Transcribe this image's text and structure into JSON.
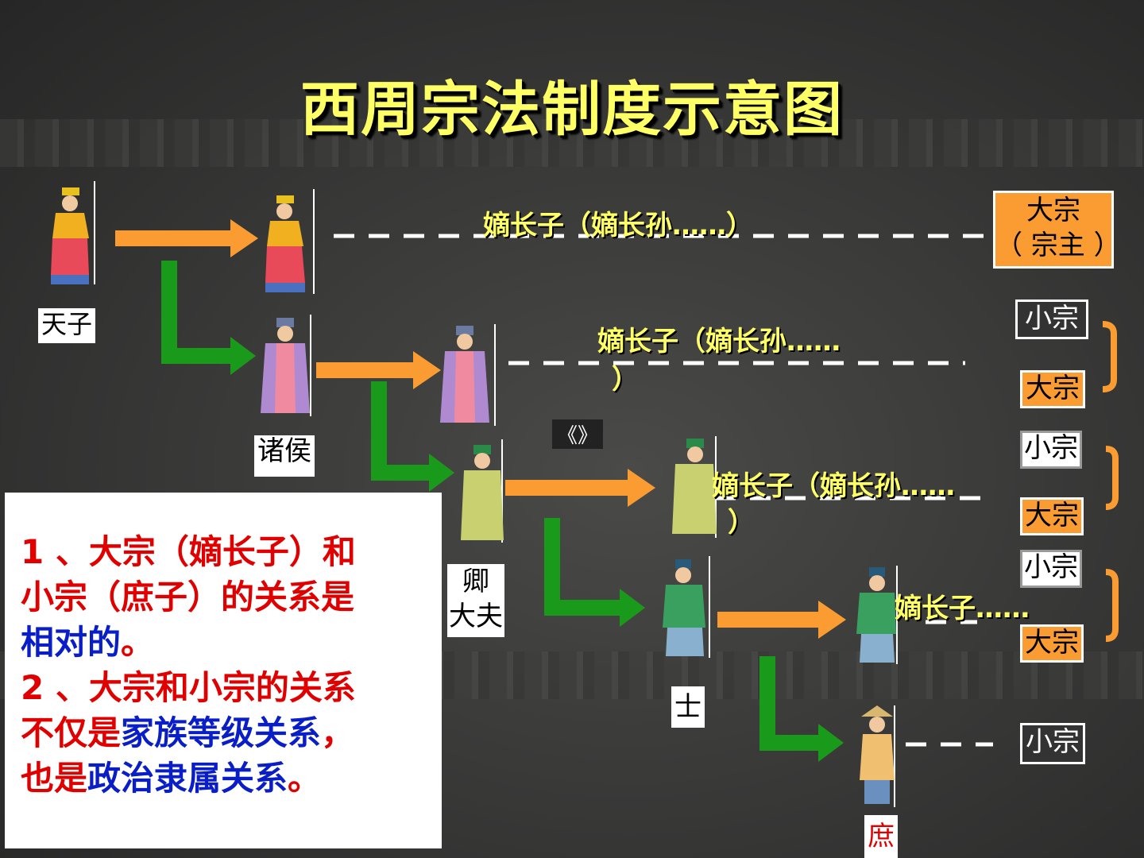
{
  "title": "西周宗法制度示意图",
  "ranks": {
    "tianzi": "天子",
    "zhuhou": "诸侯",
    "qingdafu_1": "卿",
    "qingdafu_2": "大夫",
    "shi": "士",
    "shu": "庶"
  },
  "lineages": {
    "row1": "嫡长子（嫡长孙……）",
    "row2": "嫡长子（嫡长孙……",
    "row2_close": "）",
    "row3": "嫡长子（嫡长孙……",
    "row3_close": "）",
    "row4": "嫡长子……"
  },
  "zong": {
    "dazong": "大宗",
    "zongzhu": "（ 宗主 ）",
    "xiaozong": "小宗"
  },
  "notes": {
    "line1_red": "1 、大宗（嫡长子）和",
    "line2_red": "小宗（庶子）的关系是",
    "line3_blue": "相对的",
    "line3_end": "。",
    "line4_red": "2 、大宗和小宗的关系",
    "line5_red": "不仅是",
    "line5_blue": "家族等级关系",
    "line5_end": "，",
    "line6_red": "也是",
    "line6_blue": "政治隶属关系",
    "line6_end": "。"
  },
  "small_mark": "《》",
  "colors": {
    "title": "#ffff66",
    "arrow_orange": "#fb9c32",
    "arrow_green": "#1a9a1a",
    "dash": "#ffffff",
    "red_text": "#e00000",
    "blue_text": "#0a1ec8"
  }
}
